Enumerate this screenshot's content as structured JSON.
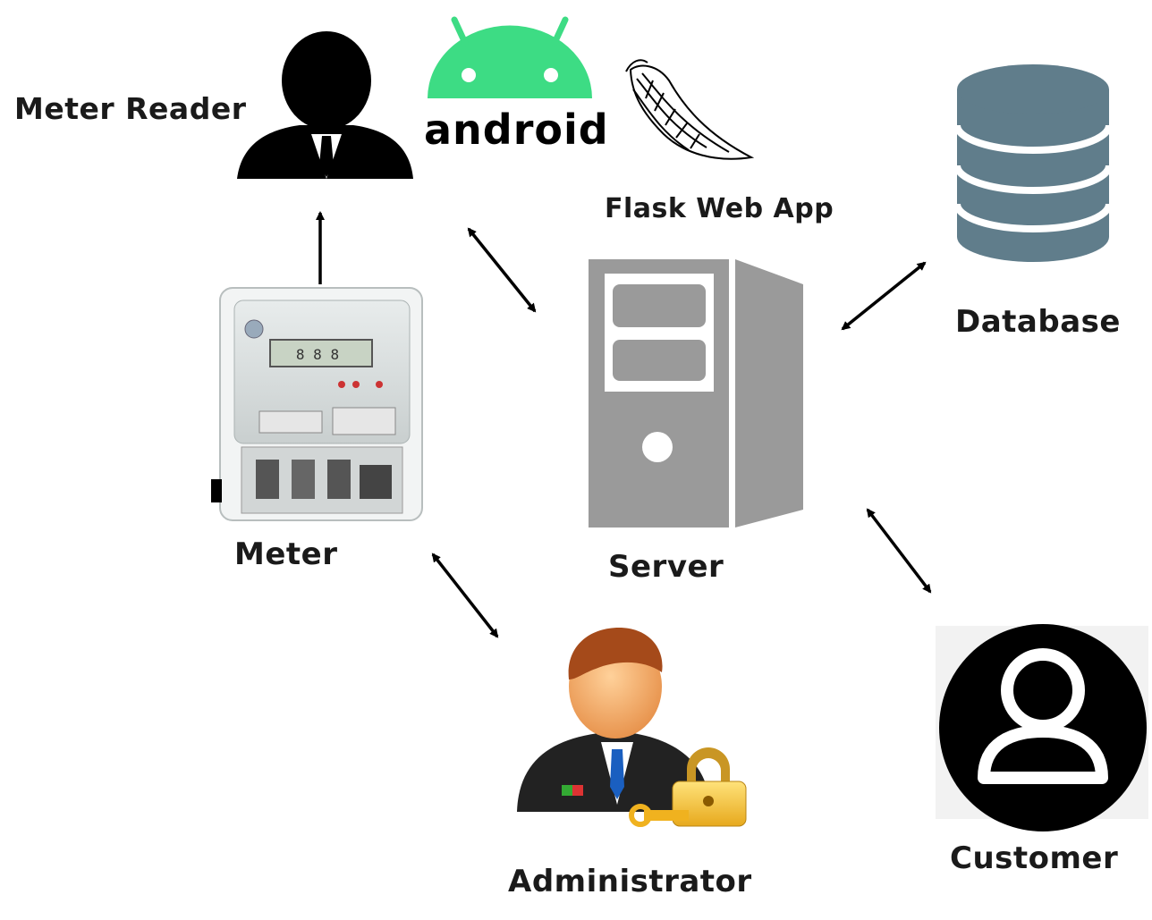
{
  "labels": {
    "meter_reader": "Meter Reader",
    "android": "android",
    "flask": "Flask Web App",
    "database": "Database",
    "meter": "Meter",
    "server": "Server",
    "administrator": "Administrator",
    "customer": "Customer"
  },
  "colors": {
    "android_green": "#3ddc84",
    "server_gray": "#9a9a9a",
    "database_blue": "#607d8b",
    "silhouette": "#000000"
  },
  "icons": {
    "meter_reader": "businessman-silhouette-icon",
    "android": "android-logo-icon",
    "flask": "flask-horn-logo-icon",
    "database": "database-cylinder-icon",
    "meter": "electric-meter-image",
    "server": "server-tower-icon",
    "administrator": "administrator-with-lock-icon",
    "customer": "user-circle-icon"
  }
}
